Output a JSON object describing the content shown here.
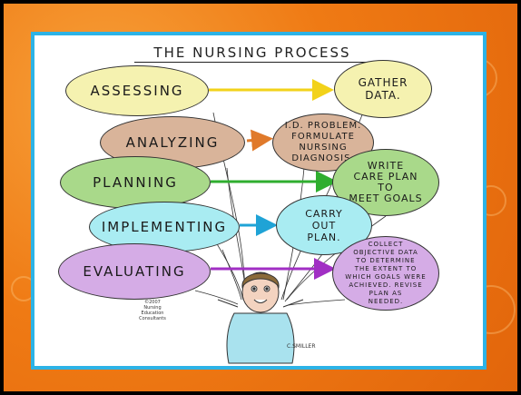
{
  "title": "THE NURSING PROCESS",
  "steps": [
    {
      "phase": "ASSESSING",
      "action": "GATHER\nDATA.",
      "phase_color": "#f5f2b0",
      "action_color": "#f5f2b0",
      "arrow_color": "#f2d21a"
    },
    {
      "phase": "ANALYZING",
      "action": "I.D. PROBLEM.\nFORMULATE\nNURSING\nDIAGNOSIS.",
      "phase_color": "#d9b49a",
      "action_color": "#d9b49a",
      "arrow_color": "#e07a2b"
    },
    {
      "phase": "PLANNING",
      "action": "WRITE\nCARE PLAN\nTO\nMEET GOALS",
      "phase_color": "#a9d98a",
      "action_color": "#a9d98a",
      "arrow_color": "#2fae2f"
    },
    {
      "phase": "IMPLEMENTING",
      "action": "CARRY\nOUT\nPLAN.",
      "phase_color": "#a9ecf2",
      "action_color": "#a9ecf2",
      "arrow_color": "#1fa3d6"
    },
    {
      "phase": "EVALUATING",
      "action": "COLLECT\nOBJECTIVE DATA\nTO DETERMINE\nTHE EXTENT TO\nWHICH GOALS WERE\nACHIEVED. REVISE\nPLAN AS\nNEEDED.",
      "phase_color": "#d5ace6",
      "action_color": "#d5ace6",
      "arrow_color": "#a12fc4"
    }
  ],
  "copyright": "©2007\nNursing\nEducation\nConsultants",
  "signature": "C.SMILLER",
  "frame_color": "#2db3e6"
}
